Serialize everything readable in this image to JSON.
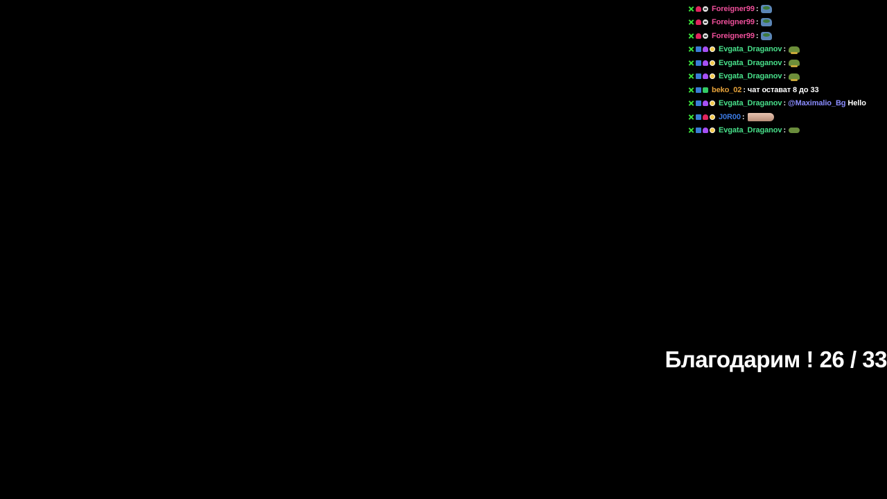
{
  "colors": {
    "background": "#000000",
    "foreigner": "#ee4f9a",
    "evgata": "#48e08a",
    "beko": "#e8a33a",
    "joroo": "#3a78e0",
    "mention": "#8a8cff"
  },
  "chat": {
    "separator": ":",
    "messages": [
      {
        "user": "Foreigner99",
        "color": "#ee4f9a",
        "badges": [
          "sword-icon",
          "gem-icon",
          "skull-icon"
        ],
        "mention": "",
        "text": "",
        "emote": "frog-emote"
      },
      {
        "user": "Foreigner99",
        "color": "#ee4f9a",
        "badges": [
          "sword-icon",
          "gem-icon",
          "skull-icon"
        ],
        "mention": "",
        "text": "",
        "emote": "frog-emote"
      },
      {
        "user": "Foreigner99",
        "color": "#ee4f9a",
        "badges": [
          "sword-icon",
          "gem-icon",
          "skull-icon"
        ],
        "mention": "",
        "text": "",
        "emote": "frog-emote"
      },
      {
        "user": "Evgata_Draganov",
        "color": "#48e08a",
        "badges": [
          "sword-icon",
          "prime-icon",
          "gem-purple-icon",
          "face-icon"
        ],
        "mention": "",
        "text": "",
        "emote": "car-emote"
      },
      {
        "user": "Evgata_Draganov",
        "color": "#48e08a",
        "badges": [
          "sword-icon",
          "prime-icon",
          "gem-purple-icon",
          "face-icon"
        ],
        "mention": "",
        "text": "",
        "emote": "car-emote"
      },
      {
        "user": "Evgata_Draganov",
        "color": "#48e08a",
        "badges": [
          "sword-icon",
          "prime-icon",
          "gem-purple-icon",
          "face-icon"
        ],
        "mention": "",
        "text": "",
        "emote": "car-emote"
      },
      {
        "user": "beko_02",
        "color": "#e8a33a",
        "badges": [
          "sword-icon",
          "prime-icon",
          "gem-green-icon"
        ],
        "mention": "",
        "text": "чат остават 8 до 33",
        "emote": ""
      },
      {
        "user": "Evgata_Draganov",
        "color": "#48e08a",
        "badges": [
          "sword-icon",
          "prime-icon",
          "gem-purple-icon",
          "face-icon"
        ],
        "mention": "@Maximalio_Bg",
        "text": "Hello",
        "emote": ""
      },
      {
        "user": "J0R00",
        "color": "#3a78e0",
        "badges": [
          "sword-icon",
          "prime-icon",
          "gem-icon",
          "face-icon"
        ],
        "mention": "",
        "text": "",
        "emote": "finger-emote"
      },
      {
        "user": "Evgata_Draganov",
        "color": "#48e08a",
        "badges": [
          "sword-icon",
          "prime-icon",
          "gem-purple-icon",
          "face-icon"
        ],
        "mention": "",
        "text": "",
        "emote": "car2-emote"
      }
    ]
  },
  "counter": {
    "text": "Благодарим ! 26 / 33"
  }
}
